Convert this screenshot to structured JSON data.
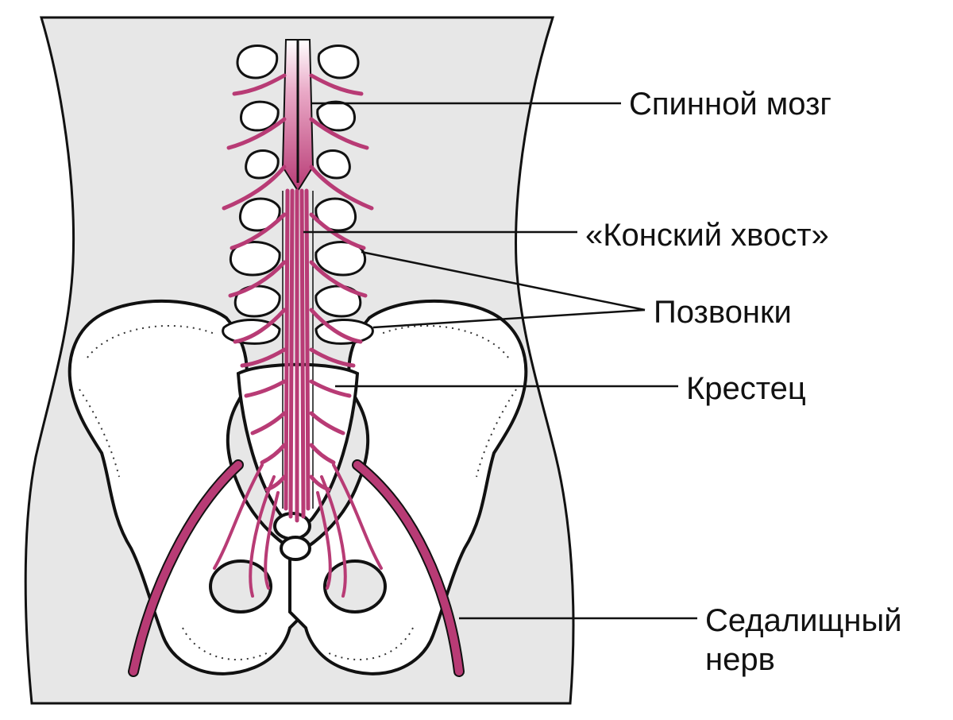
{
  "labels": {
    "spinal_cord": "Спинной мозг",
    "cauda_equina": "«Конский хвост»",
    "vertebrae": "Позвонки",
    "sacrum": "Крестец",
    "sciatic_nerve_line1": "Седалищный",
    "sciatic_nerve_line2": "нерв"
  },
  "colors": {
    "background": "#ffffff",
    "body_fill": "#e7e7e7",
    "bone_fill": "#ffffff",
    "outline": "#111111",
    "nerve": "#b83b75",
    "nerve_light": "#f0c9db"
  }
}
